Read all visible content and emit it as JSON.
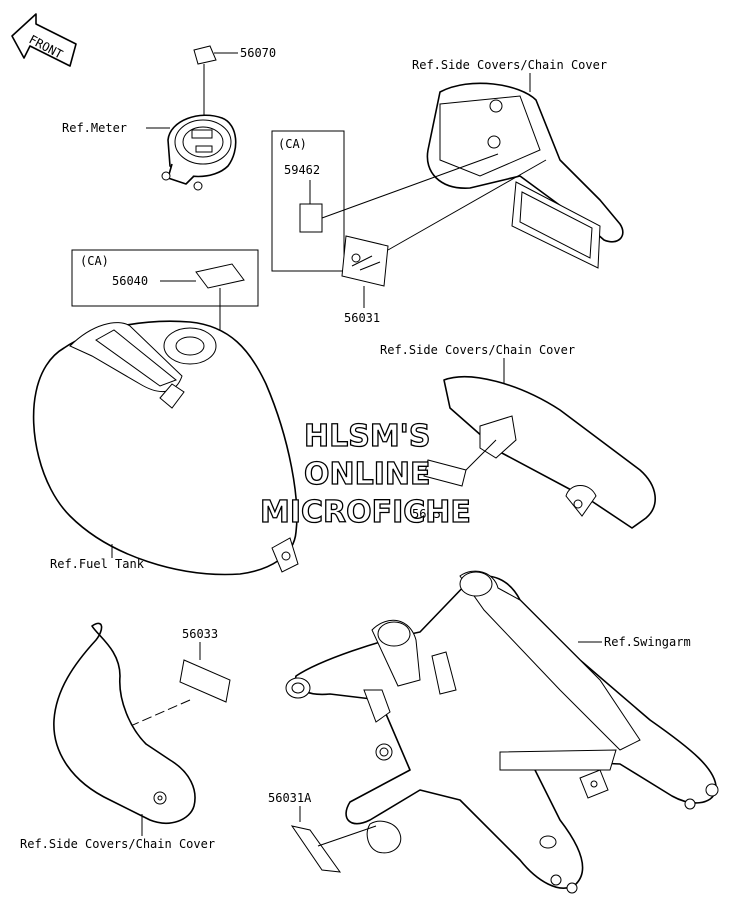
{
  "front_arrow": {
    "label": "FRONT"
  },
  "labels": {
    "p56070": "56070",
    "ref_meter": "Ref.Meter",
    "ref_side_covers_top": "Ref.Side Covers/Chain Cover",
    "ca_top": "(CA)",
    "p59462": "59462",
    "ca_left": "(CA)",
    "p56040": "56040",
    "p56031": "56031",
    "ref_side_covers_mid": "Ref.Side Covers/Chain Cover",
    "p56053": "56053",
    "ref_fuel_tank": "Ref.Fuel Tank",
    "p56033": "56033",
    "ref_swingarm": "Ref.Swingarm",
    "p56031A": "56031A",
    "ref_side_covers_bottom": "Ref.Side Covers/Chain Cover"
  },
  "watermark": {
    "line1": "HLSM'S",
    "line2": "ONLINE",
    "line3": "MICROFICHE"
  },
  "colors": {
    "ink": "#000000",
    "paper": "#ffffff"
  }
}
